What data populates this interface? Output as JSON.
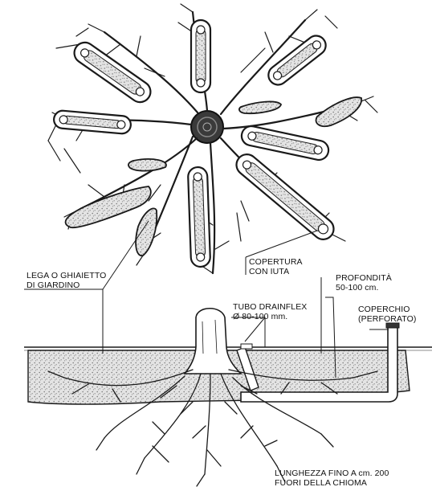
{
  "labels": {
    "lega_1": "LEGA O GHIAIETTO",
    "lega_2": "DI GIARDINO",
    "copertura_1": "COPERTURA",
    "copertura_2": "CON IUTA",
    "profondita_1": "PROFONDITÀ",
    "profondita_2": "50-100 cm.",
    "tubo_1": "TUBO DRAINFLEX",
    "tubo_2": "Ø 80-100 mm.",
    "coperchio_1": "COPERCHIO",
    "coperchio_2": "(PERFORATO)",
    "lunghezza_1": "LUNGHEZZA FINO A cm. 200",
    "lunghezza_2": "FUORI DELLA CHIOMA"
  },
  "colors": {
    "ink": "#1a1a1a",
    "gravel": "#9a9a9a",
    "background": "#ffffff"
  }
}
